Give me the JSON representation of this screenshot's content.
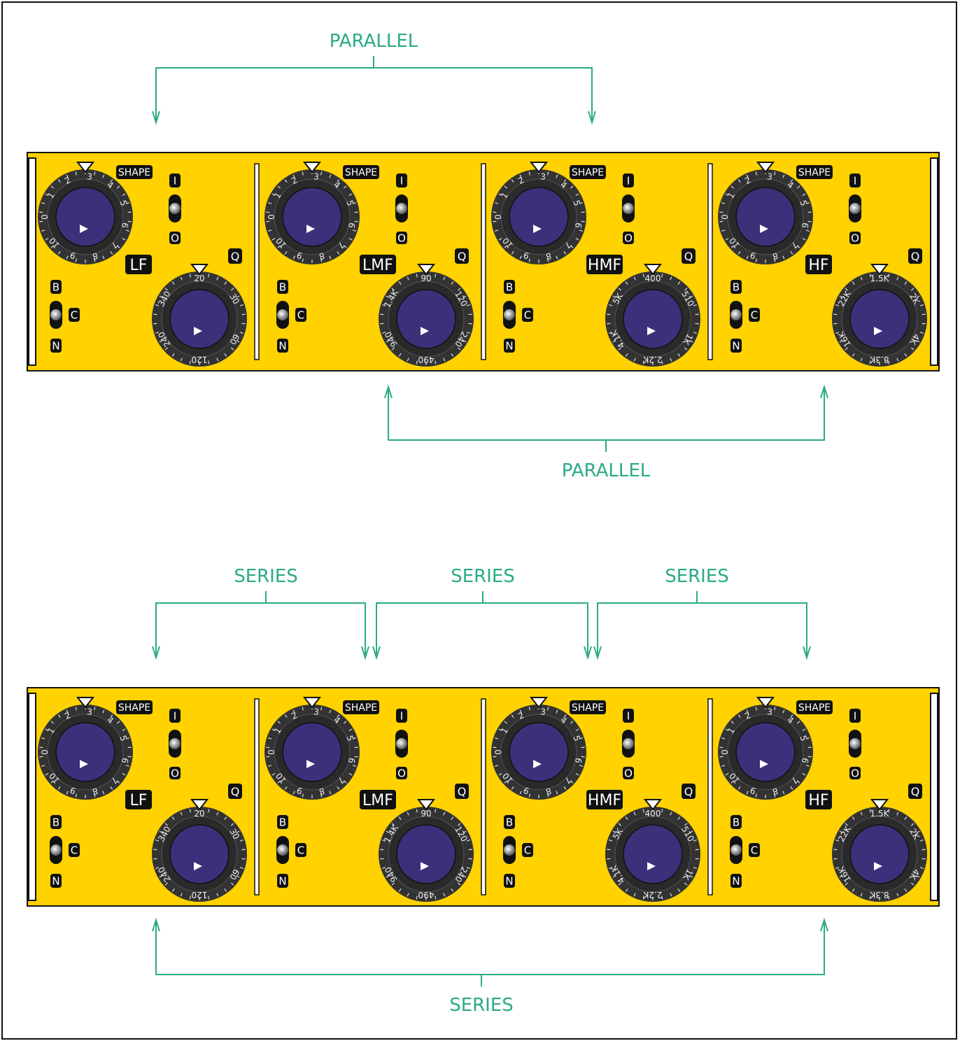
{
  "diagram": {
    "top_routing": [
      {
        "label": "PARALLEL"
      },
      {
        "label": "PARALLEL"
      }
    ],
    "bottom_routing": [
      {
        "label": "SERIES"
      },
      {
        "label": "SERIES"
      },
      {
        "label": "SERIES"
      },
      {
        "label": "SERIES"
      }
    ]
  },
  "colors": {
    "accent": "#2aaa86",
    "panel": "#ffd200",
    "knob_cap": "#3b3079",
    "knob_ring": "#333333",
    "badge": "#111111"
  },
  "panel": {
    "shape_label": "SHAPE",
    "q_label": "Q",
    "switch_top": "I",
    "switch_bottom": "O",
    "bcn": [
      "B",
      "C",
      "N"
    ],
    "shape_scale": [
      "0",
      "1",
      "2",
      "3",
      "4",
      "5",
      "6",
      "7",
      "8",
      "9",
      "10"
    ],
    "bands": [
      {
        "name": "LF",
        "freqs": [
          "20",
          "30",
          "60",
          "120",
          "240",
          "340"
        ]
      },
      {
        "name": "LMF",
        "freqs": [
          "90",
          "120",
          "240",
          "490",
          "940",
          "1.4K"
        ]
      },
      {
        "name": "HMF",
        "freqs": [
          "400",
          "510",
          "1K",
          "2.2K",
          "4.1K",
          "5K"
        ]
      },
      {
        "name": "HF",
        "freqs": [
          "1.5K",
          "2K",
          "4K",
          "8.3K",
          "16K",
          "22K"
        ]
      }
    ]
  }
}
